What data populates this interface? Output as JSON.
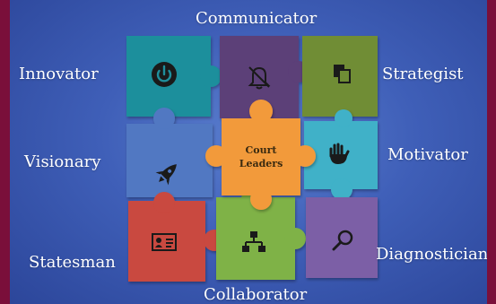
{
  "labels": {
    "top": "Communicator",
    "upper_left": "Innovator",
    "upper_right": "Strategist",
    "mid_left": "Visionary",
    "mid_right": "Motivator",
    "lower_left": "Statesman",
    "lower_right": "Diagnostician",
    "bottom": "Collaborator"
  },
  "center": {
    "line1": "Court",
    "line2": "Leaders"
  },
  "colors": {
    "teal": "#1f8f9c",
    "purple": "#5b3f78",
    "olive": "#6f8d35",
    "steel_blue": "#5178c2",
    "orange": "#f29a3b",
    "cyan": "#3fb1c8",
    "red": "#c9483f",
    "green": "#7fb247",
    "violet": "#7c5fa6",
    "frame": "#7a0f3a"
  },
  "icons": {
    "teal": "power-icon",
    "purple": "bell-off-icon",
    "olive": "copy-icon",
    "steel_blue": "rocket-icon",
    "cyan": "hand-icon",
    "red": "id-card-icon",
    "green": "org-chart-icon",
    "violet": "magnifier-icon"
  }
}
